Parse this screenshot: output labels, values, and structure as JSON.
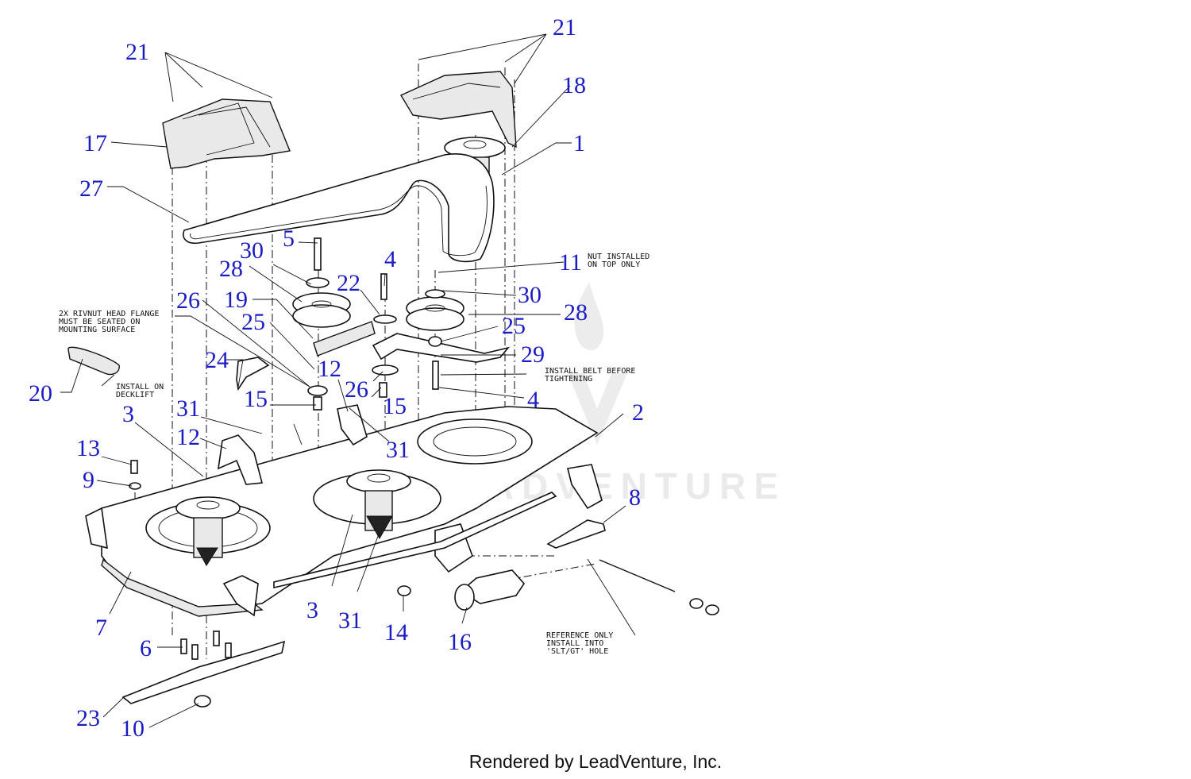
{
  "diagram": {
    "callouts": [
      "21",
      "17",
      "27",
      "5",
      "30",
      "28",
      "19",
      "25",
      "26",
      "24",
      "20",
      "31",
      "15",
      "3",
      "12",
      "13",
      "9",
      "7",
      "6",
      "23",
      "10",
      "3",
      "31",
      "14",
      "16",
      "4",
      "22",
      "11",
      "30",
      "28",
      "25",
      "29",
      "26",
      "15",
      "4",
      "12",
      "31",
      "2",
      "8",
      "21",
      "18",
      "1"
    ],
    "notes": {
      "rivnut": [
        "2X RIVNUT HEAD FLANGE",
        "MUST BE SEATED ON",
        "MOUNTING SURFACE"
      ],
      "decklift": [
        "INSTALL ON",
        "DECKLIFT"
      ],
      "nut": [
        "NUT INSTALLED",
        "ON TOP ONLY"
      ],
      "belt": [
        "INSTALL BELT BEFORE",
        "TIGHTENING"
      ],
      "reference": [
        "REFERENCE ONLY",
        "INSTALL INTO",
        "'SLT/GT' HOLE"
      ]
    },
    "watermark": "LEADVENTURE"
  },
  "footer": {
    "credit": "Rendered by LeadVenture, Inc."
  }
}
